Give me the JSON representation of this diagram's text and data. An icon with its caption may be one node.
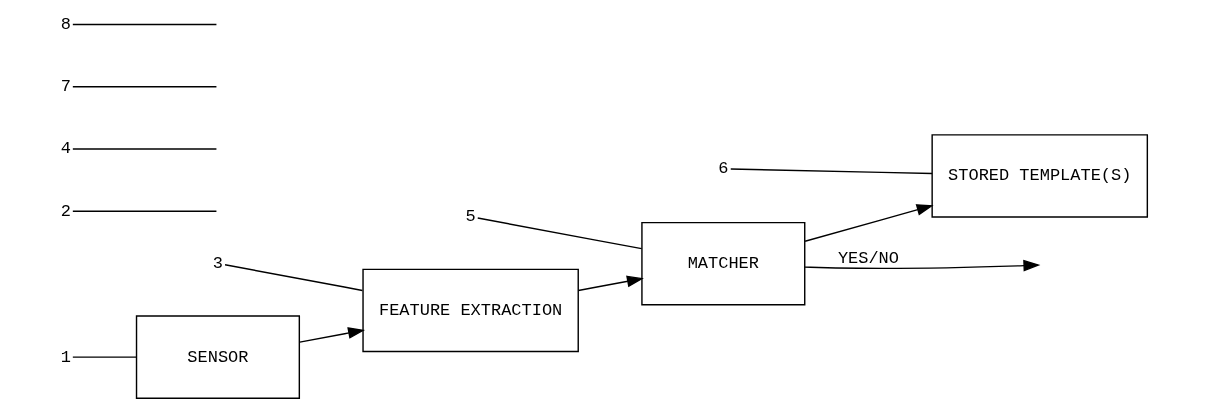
{
  "diagram": {
    "nodes": [
      {
        "text": [
          "SENSOR"
        ]
      },
      {
        "text": [
          "FEATURE EXTRACTION"
        ]
      },
      {
        "text": [
          "MATCHER"
        ]
      },
      {
        "text": [
          "STORED TEMPLATE(S)"
        ]
      },
      {
        "text": [
          "1"
        ]
      },
      {
        "text": [
          "2"
        ]
      },
      {
        "text": [
          "3"
        ]
      },
      {
        "text": [
          "4"
        ]
      },
      {
        "text": [
          "5"
        ]
      },
      {
        "text": [
          "6"
        ]
      },
      {
        "text": [
          "7"
        ]
      },
      {
        "text": [
          "8"
        ]
      }
    ],
    "edges": [
      {
        "from": 0,
        "to": 1,
        "arrow": "to"
      },
      {
        "from": 1,
        "to": 2,
        "arrow": "to"
      },
      {
        "from": 2,
        "to": 3,
        "arrow": "to"
      },
      {
        "from": 2,
        "to": null,
        "arrow": "to",
        "label": "YES/NO"
      },
      {
        "from": 4,
        "to": 0,
        "arrow": "none"
      },
      {
        "from": 5,
        "to": null,
        "arrow": "none"
      },
      {
        "from": 6,
        "to": 1,
        "arrow": "none"
      },
      {
        "from": 7,
        "to": null,
        "arrow": "none"
      },
      {
        "from": 8,
        "to": 2,
        "arrow": "none"
      },
      {
        "from": 9,
        "to": 3,
        "arrow": "none"
      },
      {
        "from": 10,
        "to": null,
        "arrow": "none"
      },
      {
        "from": 11,
        "to": null,
        "arrow": "none"
      }
    ]
  }
}
